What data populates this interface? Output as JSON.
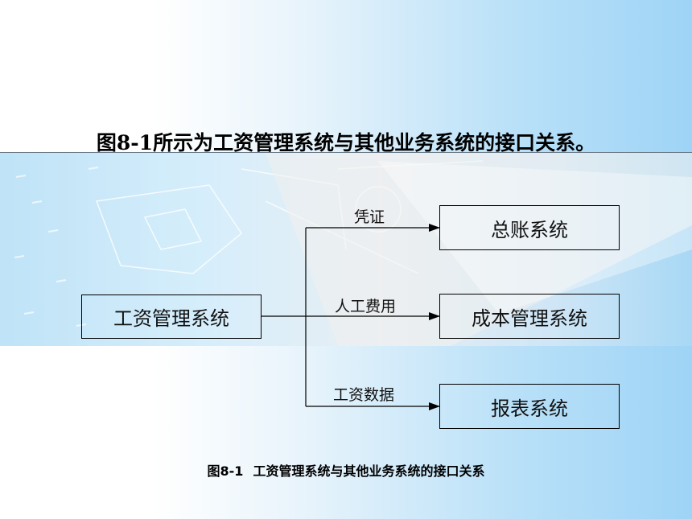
{
  "slide": {
    "title": "图8-1所示为工资管理系统与其他业务系统的接口关系。",
    "caption_num": "图8-1",
    "caption_text": "工资管理系统与其他业务系统的接口关系"
  },
  "diagram": {
    "source": "工资管理系统",
    "targets": [
      "总账系统",
      "成本管理系统",
      "报表系统"
    ],
    "edge_labels": [
      "凭证",
      "人工费用",
      "工资数据"
    ]
  },
  "colors": {
    "accent_blue": "#9fd4f6",
    "line": "#000000"
  }
}
